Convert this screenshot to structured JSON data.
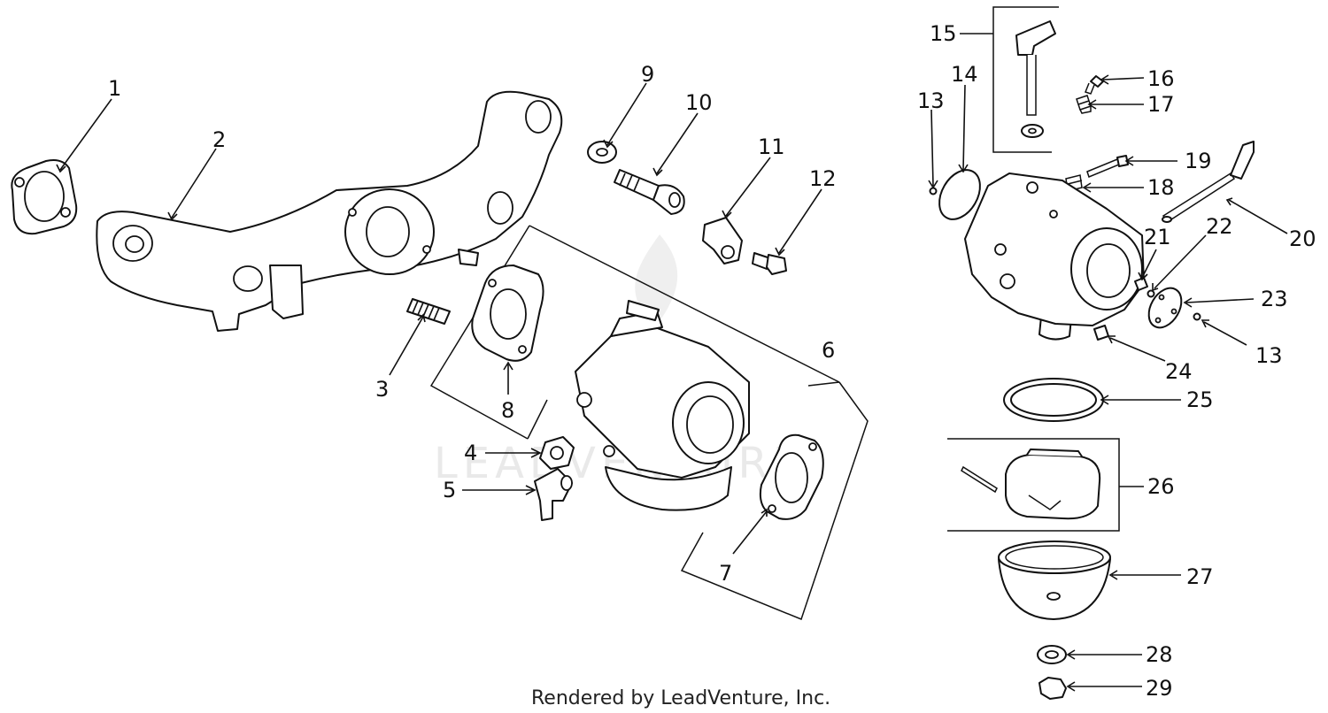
{
  "watermark": "LEADVENTURE",
  "footer": "Rendered by LeadVenture, Inc.",
  "callouts": [
    {
      "label": "1"
    },
    {
      "label": "2"
    },
    {
      "label": "3"
    },
    {
      "label": "4"
    },
    {
      "label": "5"
    },
    {
      "label": "6"
    },
    {
      "label": "7"
    },
    {
      "label": "8"
    },
    {
      "label": "9"
    },
    {
      "label": "10"
    },
    {
      "label": "11"
    },
    {
      "label": "12"
    },
    {
      "label": "13"
    },
    {
      "label": "14"
    },
    {
      "label": "15"
    },
    {
      "label": "16"
    },
    {
      "label": "17"
    },
    {
      "label": "18"
    },
    {
      "label": "19"
    },
    {
      "label": "20"
    },
    {
      "label": "21"
    },
    {
      "label": "22"
    },
    {
      "label": "23"
    },
    {
      "label": "13"
    },
    {
      "label": "24"
    },
    {
      "label": "25"
    },
    {
      "label": "26"
    },
    {
      "label": "27"
    },
    {
      "label": "28"
    },
    {
      "label": "29"
    }
  ]
}
